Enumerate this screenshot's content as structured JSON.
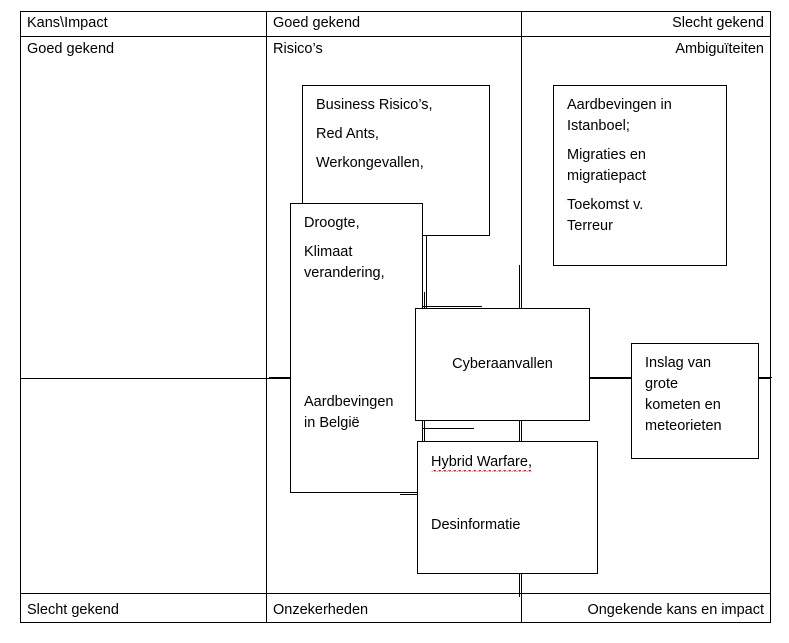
{
  "diagram": {
    "title_axis": "Kans\\Impact",
    "matrix": {
      "corner_header": "Kans\\Impact",
      "column_headers": [
        "Goed gekend",
        "Slecht gekend"
      ],
      "row_headers": [
        "Goed gekend",
        "Slecht gekend"
      ],
      "quadrant_labels": {
        "top_left": "Goed gekend",
        "top_mid": "Risico’s",
        "top_right": "Ambiguïteiten",
        "bottom_left": "Slecht gekend",
        "bottom_mid": "Onzekerheden",
        "bottom_right": "Ongekende kans en impact"
      }
    },
    "boxes": {
      "business_risks": {
        "lines": [
          "Business Risico’s,",
          "Red Ants,",
          "Werkongevallen,"
        ]
      },
      "drought": {
        "lines": [
          "Droogte,",
          "Klimaat",
          "verandering,"
        ],
        "lines_bottom": [
          "Aardbevingen",
          "in België"
        ]
      },
      "istanbul": {
        "lines": [
          "Aardbevingen in",
          "Istanboel;",
          "Migraties en",
          "migratiepact",
          "Toekomst v.",
          "Terreur"
        ]
      },
      "cyber": {
        "label": "Cyberaanvallen"
      },
      "comets": {
        "lines": [
          "Inslag van",
          "grote",
          "kometen en",
          "meteorieten"
        ]
      },
      "hybrid": {
        "line_misspelled": "Hybrid Warfare,",
        "line_second": "Desinformatie"
      }
    },
    "colors": {
      "border": "#000000",
      "background": "#ffffff",
      "spellcheck_underline": "#cc2b2b"
    }
  }
}
